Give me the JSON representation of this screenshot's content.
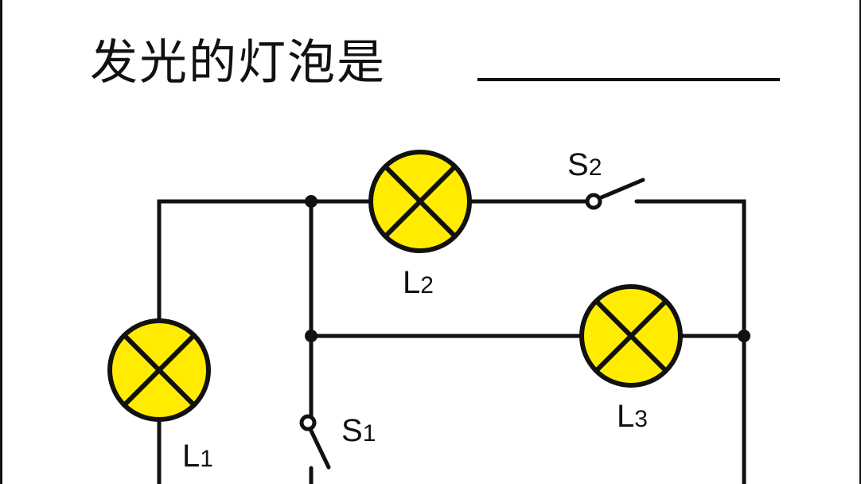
{
  "question": {
    "title": "发光的灯泡是"
  },
  "components": {
    "L1": {
      "letter": "L",
      "index": "1"
    },
    "L2": {
      "letter": "L",
      "index": "2"
    },
    "L3": {
      "letter": "L",
      "index": "3"
    },
    "S1": {
      "letter": "S",
      "index": "1",
      "state": "open"
    },
    "S2": {
      "letter": "S",
      "index": "2",
      "state": "open"
    }
  },
  "colors": {
    "bulb": "#ffec00",
    "wire": "#111111"
  }
}
